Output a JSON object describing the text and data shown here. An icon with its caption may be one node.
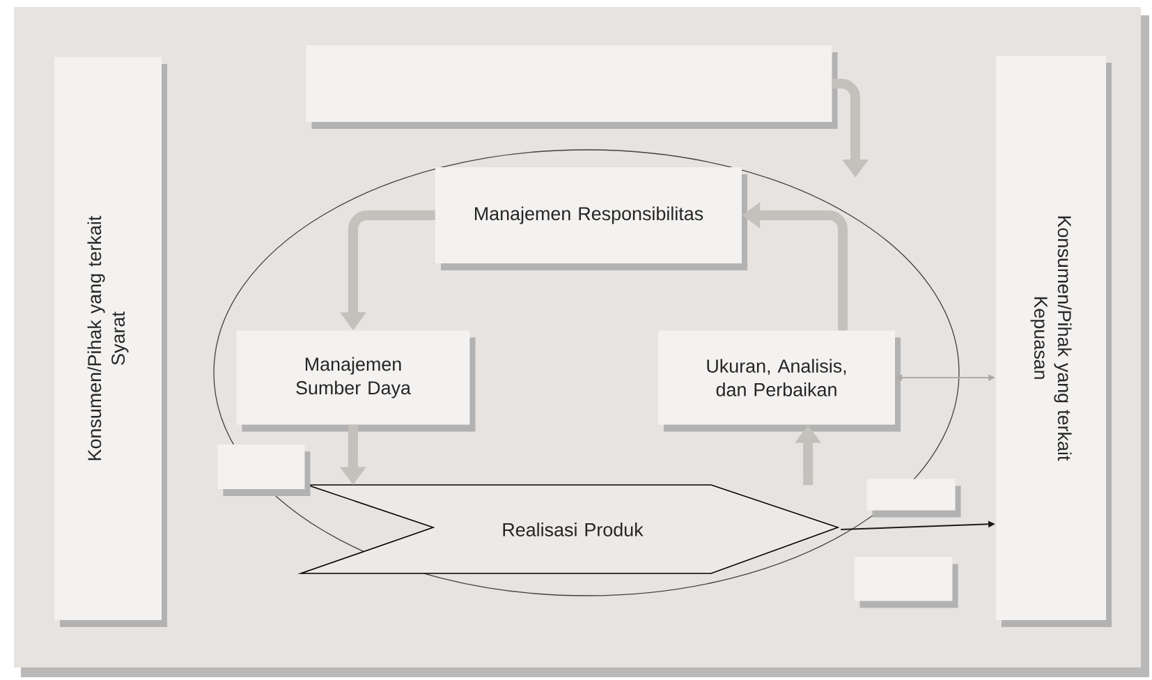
{
  "diagram": {
    "nodes": [
      {
        "text": [
          "Konsumen/Pihak yang terkait",
          "Syarat"
        ]
      },
      {
        "text": [
          "Konsumen/Pihak yang terkait",
          "Kepuasan"
        ]
      },
      {
        "text": [],
        "shape": "box"
      },
      {
        "text": [
          "Manajemen Responsibilitas"
        ]
      },
      {
        "text": [
          "Manajemen Sumber Daya"
        ]
      },
      {
        "text": [
          "Ukuran, Analisis, dan Perbaikan"
        ]
      },
      {
        "text": [
          "Realisasi Produk"
        ]
      },
      {
        "text": [],
        "shape": "box"
      },
      {
        "text": [],
        "shape": "box"
      },
      {
        "text": [],
        "shape": "box"
      }
    ],
    "edges": [
      {
        "from": 3,
        "to": 4,
        "arrow": "to"
      },
      {
        "from": 4,
        "to": 6,
        "arrow": "to"
      },
      {
        "from": 6,
        "to": 5,
        "arrow": "to"
      },
      {
        "from": 5,
        "to": 3,
        "arrow": "to"
      },
      {
        "from": 2,
        "to": null,
        "arrow": "to"
      },
      {
        "from": 5,
        "to": 1,
        "arrow": "both",
        "color": "#b0aaa6"
      },
      {
        "from": 6,
        "to": 1,
        "arrow": "to",
        "color": "#1a1a1a"
      }
    ]
  }
}
